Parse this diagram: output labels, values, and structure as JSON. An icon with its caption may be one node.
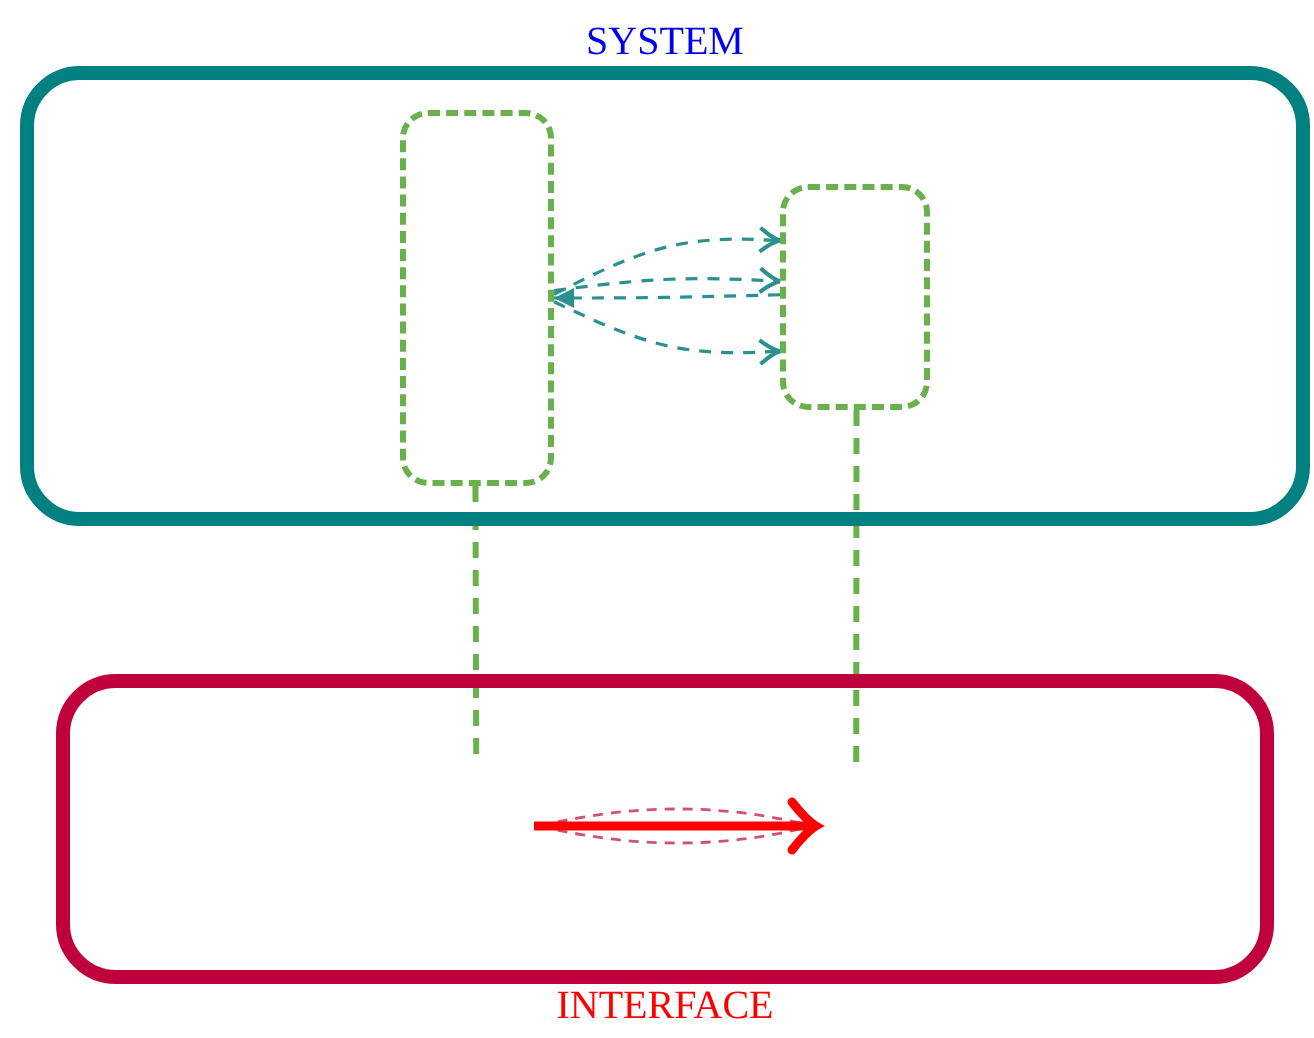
{
  "diagram": {
    "nodes": [
      {
        "text": [
          "SYSTEM"
        ]
      },
      {
        "text": [],
        "shape": "box",
        "in": 0
      },
      {
        "text": [],
        "shape": "box",
        "in": 0
      },
      {
        "text": [
          "INTERFACE"
        ]
      }
    ],
    "edges": [
      {
        "from": 1,
        "to": 2,
        "arrow": "to",
        "style": "dashed"
      },
      {
        "from": 1,
        "to": 2,
        "arrow": "to",
        "style": "dashed"
      },
      {
        "from": 1,
        "to": 2,
        "arrow": "to",
        "style": "dashed"
      },
      {
        "from": 2,
        "to": 1,
        "arrow": "to",
        "style": "dashed"
      },
      {
        "from": 1,
        "to": 3,
        "arrow": "none",
        "style": "dashed",
        "color": "#6ab04c"
      },
      {
        "from": 2,
        "to": 3,
        "arrow": "none",
        "style": "dashed",
        "color": "#6ab04c"
      }
    ]
  }
}
